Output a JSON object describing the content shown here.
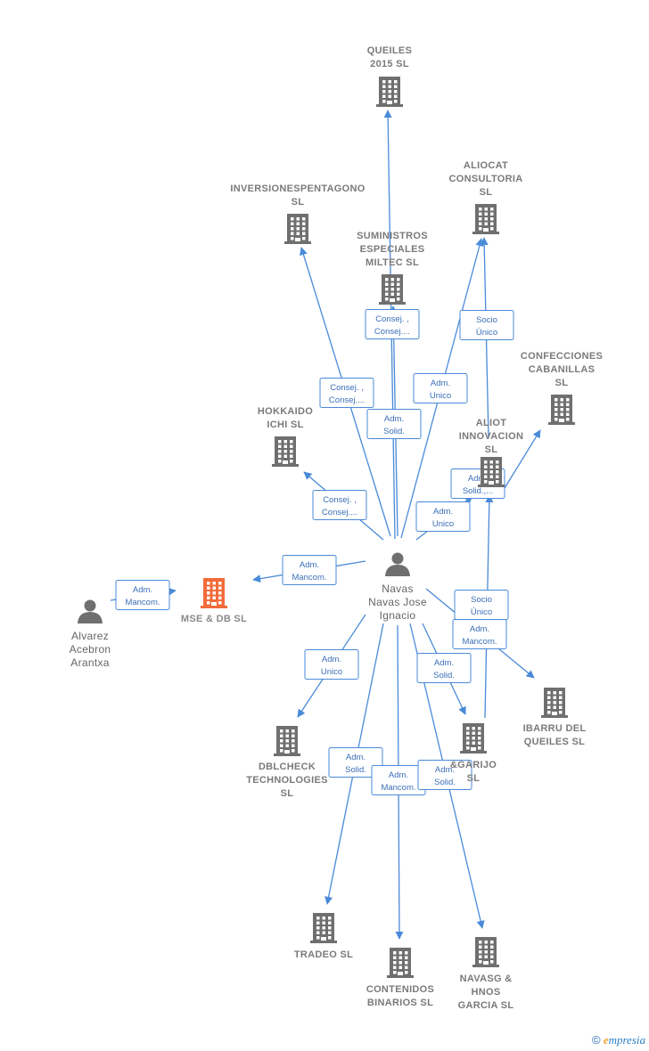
{
  "nodes": [
    {
      "id": "queiles2015",
      "type": "company",
      "lines": [
        "QUEILES",
        "2015  SL"
      ]
    },
    {
      "id": "inversiones",
      "type": "company",
      "lines": [
        "INVERSIONESPENTAGONO",
        "SL"
      ]
    },
    {
      "id": "aliocat",
      "type": "company",
      "lines": [
        "ALIOCAT",
        "CONSULTORIA",
        "SL"
      ]
    },
    {
      "id": "suministros",
      "type": "company",
      "lines": [
        "SUMINISTROS",
        "ESPECIALES",
        "MILTEC SL"
      ]
    },
    {
      "id": "confecciones",
      "type": "company",
      "lines": [
        "CONFECCIONES",
        "CABANILLAS",
        "SL"
      ]
    },
    {
      "id": "aliot",
      "type": "company",
      "lines": [
        "ALIOT",
        "INNOVACION",
        "SL"
      ]
    },
    {
      "id": "hokkaido",
      "type": "company",
      "lines": [
        "HOKKAIDO",
        "ICHI SL"
      ]
    },
    {
      "id": "msedb",
      "type": "company",
      "focus": true,
      "lines": [
        "MSE & DB  SL"
      ]
    },
    {
      "id": "alvarez",
      "type": "person",
      "lines": [
        "Alvarez",
        "Acebron",
        "Arantxa"
      ]
    },
    {
      "id": "navas",
      "type": "person",
      "center": true,
      "lines": [
        "Navas",
        "Navas Jose",
        "Ignacio"
      ]
    },
    {
      "id": "ibarru",
      "type": "company",
      "lines": [
        "IBARRU DEL",
        "QUEILES  SL"
      ]
    },
    {
      "id": "garijo",
      "type": "company",
      "lines": [
        "&GARIJO",
        "SL"
      ]
    },
    {
      "id": "dblcheck",
      "type": "company",
      "lines": [
        "DBLCHECK",
        "TECHNOLOGIES",
        "SL"
      ]
    },
    {
      "id": "tradeo",
      "type": "company",
      "lines": [
        "TRADEO  SL"
      ]
    },
    {
      "id": "contenidos",
      "type": "company",
      "lines": [
        "CONTENIDOS",
        "BINARIOS  SL"
      ]
    },
    {
      "id": "navasg",
      "type": "company",
      "lines": [
        "NAVASG &",
        "HNOS",
        "GARCIA  SL"
      ]
    }
  ],
  "edge_labels": [
    {
      "id": "e-suministros",
      "lines": [
        "Consej. ,",
        "Consej...."
      ]
    },
    {
      "id": "e-aliocat-socio",
      "lines": [
        "Socio",
        "Único"
      ]
    },
    {
      "id": "e-inversiones",
      "lines": [
        "Consej. ,",
        "Consej...."
      ]
    },
    {
      "id": "e-aliocat-adm",
      "lines": [
        "Adm.",
        "Unico"
      ]
    },
    {
      "id": "e-queiles",
      "lines": [
        "Adm.",
        "Solid."
      ]
    },
    {
      "id": "e-aliot-solid",
      "lines": [
        "Adm.",
        "Solid.,..."
      ]
    },
    {
      "id": "e-hokkaido",
      "lines": [
        "Consej. ,",
        "Consej...."
      ]
    },
    {
      "id": "e-aliot-unico",
      "lines": [
        "Adm.",
        "Unico"
      ]
    },
    {
      "id": "e-msedb",
      "lines": [
        "Adm.",
        "Mancom."
      ]
    },
    {
      "id": "e-alvarez",
      "lines": [
        "Adm.",
        "Mancom."
      ]
    },
    {
      "id": "e-garijo-socio",
      "lines": [
        "Socio",
        "Único"
      ]
    },
    {
      "id": "e-ibarru",
      "lines": [
        "Adm.",
        "Mancom."
      ]
    },
    {
      "id": "e-dblcheck",
      "lines": [
        "Adm.",
        "Unico"
      ]
    },
    {
      "id": "e-garijo-solid",
      "lines": [
        "Adm.",
        "Solid."
      ]
    },
    {
      "id": "e-tradeo",
      "lines": [
        "Adm.",
        "Solid."
      ]
    },
    {
      "id": "e-contenidos",
      "lines": [
        "Adm.",
        "Mancom."
      ]
    },
    {
      "id": "e-navasg",
      "lines": [
        "Adm.",
        "Solid."
      ]
    }
  ],
  "footer": {
    "copyright": "©",
    "brand_e": "e",
    "brand_rest": "mpresia"
  }
}
